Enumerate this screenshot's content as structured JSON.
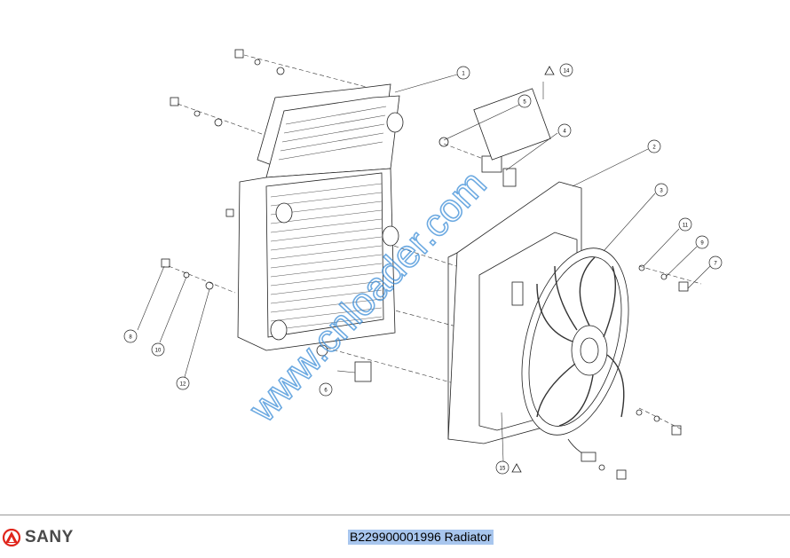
{
  "drawing": {
    "callouts": [
      "1",
      "2",
      "3",
      "4",
      "5",
      "6",
      "7",
      "8",
      "9",
      "10",
      "11",
      "12",
      "14",
      "15"
    ],
    "watermark": "www.cnloader.com"
  },
  "footer": {
    "brand": "SANY",
    "brand_color": "#e0251b",
    "title": "B229900001996 Radiator"
  }
}
